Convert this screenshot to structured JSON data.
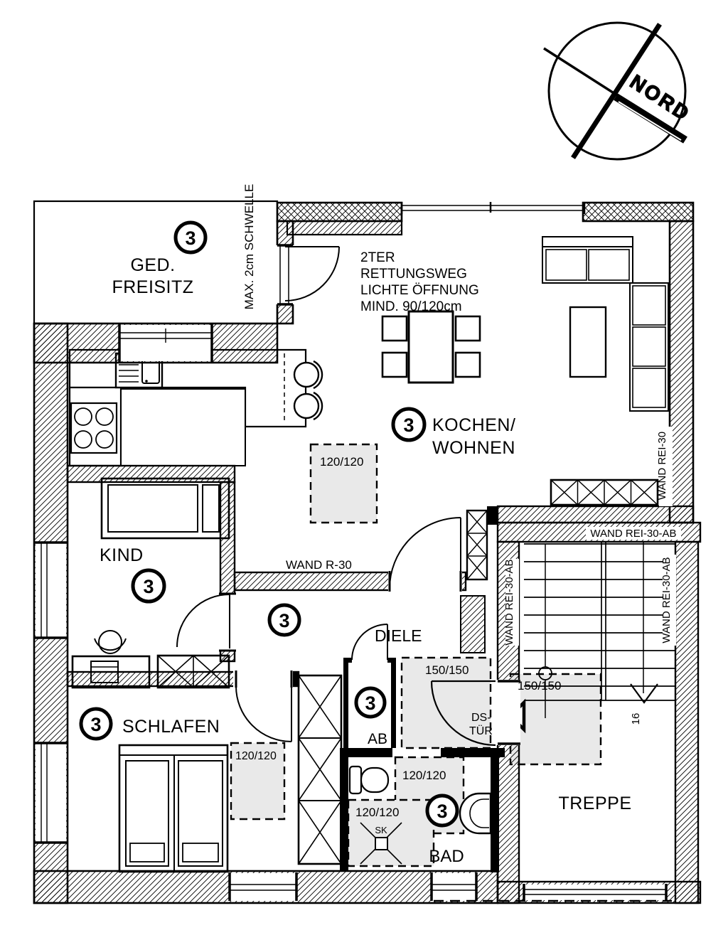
{
  "compass": {
    "label": "NORD"
  },
  "rooms": {
    "freisitz": {
      "number": "3",
      "line1": "GED.",
      "line2": "FREISITZ"
    },
    "kochen_wohnen": {
      "number": "3",
      "line1": "KOCHEN/",
      "line2": "WOHNEN"
    },
    "kind": {
      "number": "3",
      "label": "KIND"
    },
    "diele": {
      "number": "3",
      "label": "DIELE"
    },
    "schlafen": {
      "number": "3",
      "label": "SCHLAFEN"
    },
    "ab": {
      "number": "3",
      "label": "AB"
    },
    "bad": {
      "number": "3",
      "label": "BAD"
    },
    "treppe": {
      "label": "TREPPE"
    }
  },
  "annotations": {
    "schwelle": "MAX. 2cm SCHWELLE",
    "rettungsweg": [
      "2TER",
      "RETTUNGSWEG",
      "LICHTE ÖFFNUNG",
      "MIND. 90/120cm"
    ],
    "wand_r30": "WAND R-30",
    "wand_rei30": "WAND REI-30",
    "wand_rei30_ab_top": "WAND REI-30-AB",
    "wand_rei30_ab_left": "WAND REI-30-AB",
    "wand_rei30_ab_right": "WAND REI-30-AB",
    "ds_tuer_line1": "DS-",
    "ds_tuer_line2": "TÜR",
    "shower_drain": "SK",
    "stair_steps": "16"
  },
  "zones": {
    "kochen": "120/120",
    "schlafen": "120/120",
    "bad_top": "120/120",
    "bad_left": "120/120",
    "diele": "150/150",
    "treppe": "150/150"
  },
  "colors": {
    "wall": "#000000",
    "zone_fill": "#e9e9e9",
    "background": "#ffffff"
  }
}
